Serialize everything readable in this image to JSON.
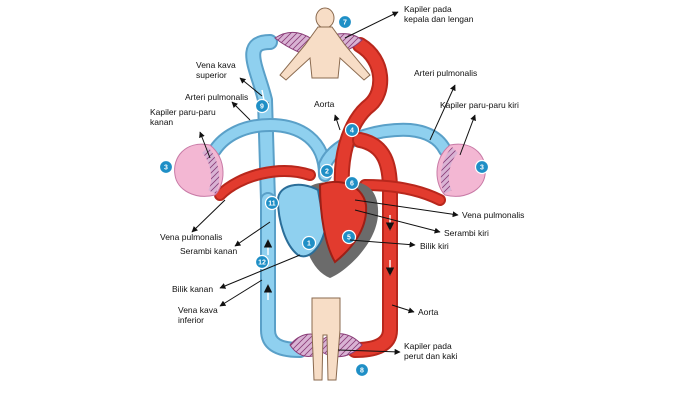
{
  "colors": {
    "oxygenated": "#e23b2e",
    "deoxygenated": "#8fd0ef",
    "vessel_outline": "#5aa0c8",
    "heart_shadow": "#6b6b6b",
    "lung": "#f3b7d3",
    "capillary_bed": "#a8578f",
    "body": "#f7ddc6",
    "badge": "#1f8fc6",
    "arrow": "#111111"
  },
  "labels": {
    "kapiler_kepala": "Kapiler pada\nkepala dan lengan",
    "vena_kava_superior": "Vena kava\nsuperior",
    "arteri_pulmonalis_left": "Arteri pulmonalis",
    "aorta_top": "Aorta",
    "arteri_pulmonalis_right": "Arteri pulmonalis",
    "kapiler_paru_kanan": "Kapiler paru-paru\nkanan",
    "kapiler_paru_kiri": "Kapiler paru-paru kiri",
    "vena_pulmonalis_right": "Vena pulmonalis",
    "vena_pulmonalis_left": "Vena pulmonalis",
    "serambi_kiri": "Serambi kiri",
    "serambi_kanan": "Serambi kanan",
    "bilik_kiri": "Bilik kiri",
    "bilik_kanan": "Bilik kanan",
    "vena_kava_inferior": "Vena kava\ninferior",
    "aorta_bottom": "Aorta",
    "kapiler_perut": "Kapiler pada\nperut dan kaki"
  },
  "badges": [
    "7",
    "9",
    "4",
    "3",
    "3",
    "2",
    "6",
    "11",
    "5",
    "1",
    "12",
    "8"
  ]
}
